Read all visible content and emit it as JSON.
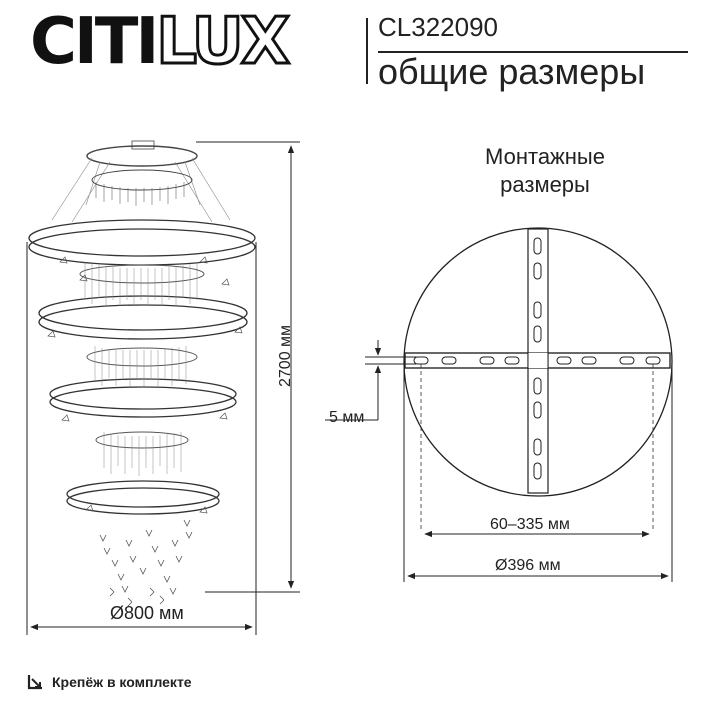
{
  "header": {
    "brand_part1": "CITI",
    "brand_part2": "LUX",
    "model": "CL322090",
    "subtitle": "общие размеры"
  },
  "mounting": {
    "title": "Монтажные размеры"
  },
  "dimensions": {
    "height": "2700 мм",
    "width": "Ø800 мм",
    "slot_width": "5 мм",
    "mount_range": "60–335 мм",
    "plate_diameter": "Ø396 мм"
  },
  "footer": {
    "icon": "screw-corner-icon",
    "text": "Крепёж в комплекте"
  }
}
